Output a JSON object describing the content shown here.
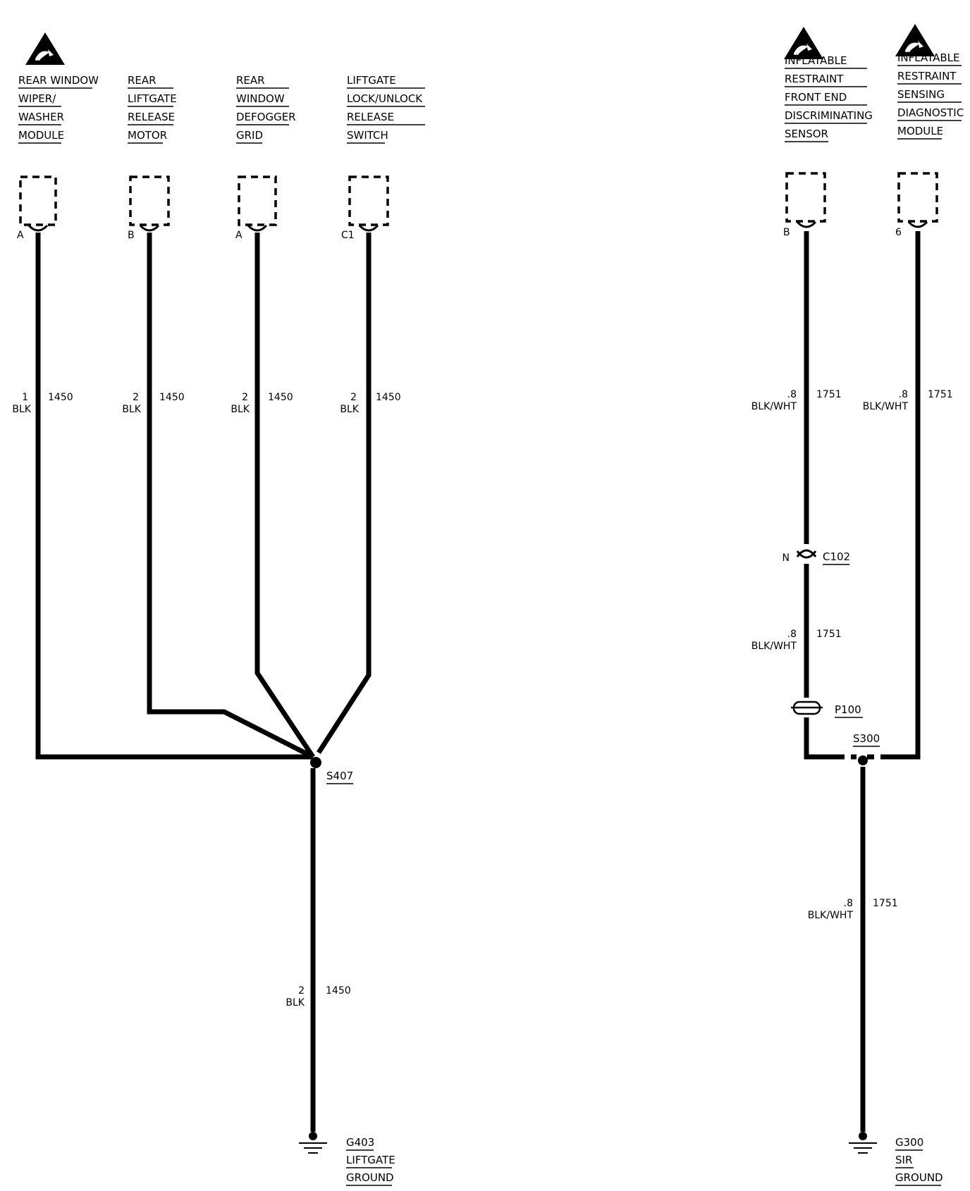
{
  "components": [
    {
      "id": "wiper",
      "lines": [
        "REAR WINDOW",
        "WIPER/",
        "WASHER",
        "MODULE"
      ],
      "pin": "A",
      "gauge": "1",
      "color": "BLK",
      "circuit": "1450",
      "esd": true
    },
    {
      "id": "liftgate-motor",
      "lines": [
        "REAR",
        "LIFTGATE",
        "RELEASE",
        "MOTOR"
      ],
      "pin": "B",
      "gauge": "2",
      "color": "BLK",
      "circuit": "1450",
      "esd": false
    },
    {
      "id": "defogger",
      "lines": [
        "REAR",
        "WINDOW",
        "DEFOGGER",
        "GRID"
      ],
      "pin": "A",
      "gauge": "2",
      "color": "BLK",
      "circuit": "1450",
      "esd": false
    },
    {
      "id": "lock-switch",
      "lines": [
        "LIFTGATE",
        "LOCK/UNLOCK",
        "RELEASE",
        "SWITCH"
      ],
      "pin": "C1",
      "gauge": "2",
      "color": "BLK",
      "circuit": "1450",
      "esd": false
    },
    {
      "id": "discriminating-sensor",
      "lines": [
        "INFLATABLE",
        "RESTRAINT",
        "FRONT END",
        "DISCRIMINATING",
        "SENSOR"
      ],
      "pin": "B",
      "gauge": ".8",
      "color": "BLK/WHT",
      "circuit": "1751",
      "esd": true
    },
    {
      "id": "diagnostic-module",
      "lines": [
        "INFLATABLE",
        "RESTRAINT",
        "SENSING",
        "DIAGNOSTIC",
        "MODULE"
      ],
      "pin": "6",
      "gauge": ".8",
      "color": "BLK/WHT",
      "circuit": "1751",
      "esd": true
    }
  ],
  "splices": {
    "left": "S407",
    "right": "S300"
  },
  "inline_connectors": {
    "c102": {
      "label": "C102",
      "pin": "N"
    },
    "p100": {
      "label": "P100"
    }
  },
  "segments": {
    "c102_to_p100": {
      "gauge": ".8",
      "color": "BLK/WHT",
      "circuit": "1751"
    },
    "s407_to_ground": {
      "gauge": "2",
      "color": "BLK",
      "circuit": "1450"
    },
    "s300_to_ground": {
      "gauge": ".8",
      "color": "BLK/WHT",
      "circuit": "1751"
    }
  },
  "grounds": [
    {
      "id": "g403",
      "lines": [
        "G403",
        "LIFTGATE",
        "GROUND"
      ]
    },
    {
      "id": "g300",
      "lines": [
        "G300",
        "SIR",
        "GROUND"
      ]
    }
  ],
  "icons": {
    "esd": "esd-warning-icon",
    "ground": "ground-symbol-icon"
  }
}
